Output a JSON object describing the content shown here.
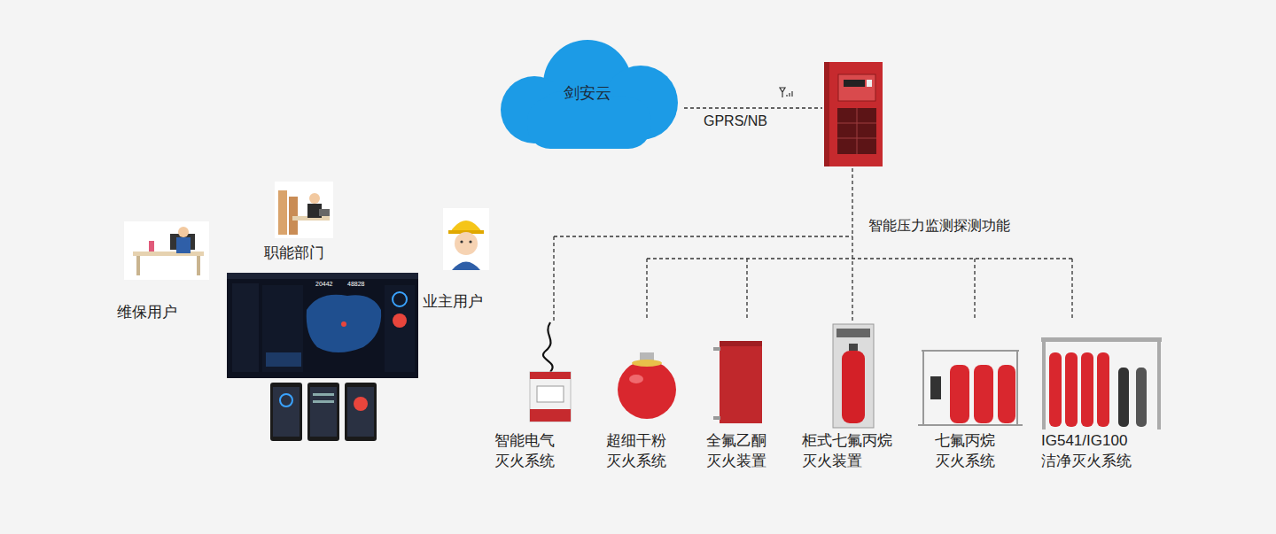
{
  "diagram": {
    "nodes": [
      {
        "text": [
          "剑安云"
        ]
      },
      {
        "text": [
          "职能部门"
        ]
      },
      {
        "text": [
          "维保用户"
        ]
      },
      {
        "text": [
          "业主用户"
        ]
      },
      {
        "text": [
          "智能电气 灭火系统"
        ]
      },
      {
        "text": [
          "超细干粉 灭火系统"
        ]
      },
      {
        "text": [
          "全氟乙酮 灭火装置"
        ]
      },
      {
        "text": [
          "柜式七氟丙烷 灭火装置"
        ]
      },
      {
        "text": [
          "七氟丙烷 灭火系统"
        ]
      },
      {
        "text": [
          "IG541/IG100 洁净灭火系统"
        ]
      }
    ],
    "labels": [
      "GPRS/NB",
      "智能压力监测探测功能",
      "20442",
      "48828"
    ]
  }
}
